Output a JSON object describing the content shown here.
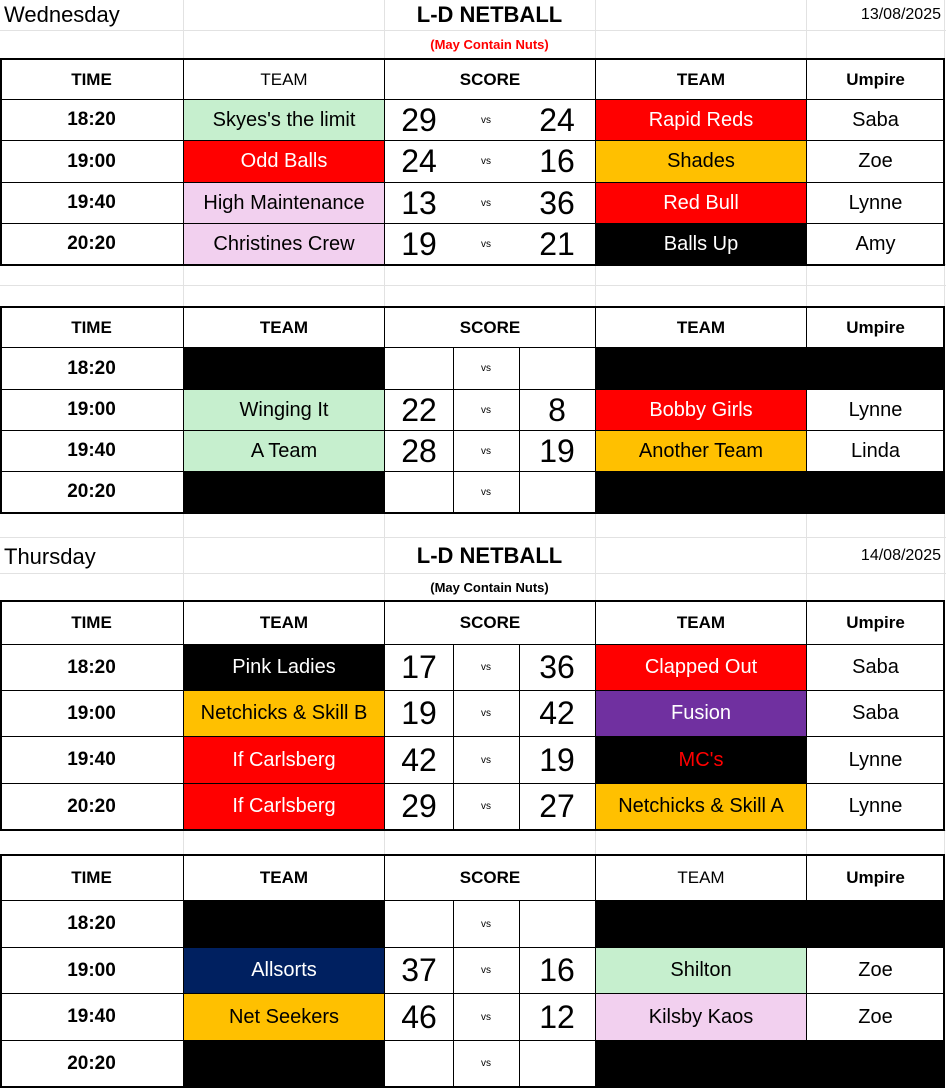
{
  "colors": {
    "green": "#c6efce",
    "red": "#ff0000",
    "orange": "#ffc000",
    "pink": "#f2d0ef",
    "black": "#000000",
    "purple": "#7030a0",
    "navy": "#002060",
    "white": "#ffffff",
    "mc_red_text": "#ff0000"
  },
  "days": [
    {
      "day": "Wednesday",
      "title": "L-D NETBALL",
      "subtitle": "(May Contain Nuts)",
      "date": "13/08/2025",
      "blocks": [
        {
          "headers": {
            "time": "TIME",
            "team1": "TEAM",
            "score": "SCORE",
            "team2": "TEAM",
            "umpire": "Umpire"
          },
          "rows": [
            {
              "time": "18:20",
              "team1": "Skyes's the limit",
              "team1_color": "green",
              "score1": "29",
              "vs": "vs",
              "score2": "24",
              "team2": "Rapid Reds",
              "team2_color": "red",
              "umpire": "Saba"
            },
            {
              "time": "19:00",
              "team1": "Odd Balls",
              "team1_color": "red",
              "score1": "24",
              "vs": "vs",
              "score2": "16",
              "team2": "Shades",
              "team2_color": "orange",
              "umpire": "Zoe"
            },
            {
              "time": "19:40",
              "team1": "High Maintenance",
              "team1_color": "pink",
              "score1": "13",
              "vs": "vs",
              "score2": "36",
              "team2": "Red Bull",
              "team2_color": "red",
              "umpire": "Lynne"
            },
            {
              "time": "20:20",
              "team1": "Christines Crew",
              "team1_color": "pink",
              "score1": "19",
              "vs": "vs",
              "score2": "21",
              "team2": "Balls Up",
              "team2_color": "black",
              "umpire": "Amy"
            }
          ]
        },
        {
          "headers": {
            "time": "TIME",
            "team1": "TEAM",
            "score": "SCORE",
            "team2": "TEAM",
            "umpire": "Umpire"
          },
          "rows": [
            {
              "time": "18:20",
              "team1": "",
              "team1_color": "black",
              "score1": "",
              "vs": "vs",
              "score2": "",
              "team2": "",
              "team2_color": "black",
              "umpire": ""
            },
            {
              "time": "19:00",
              "team1": "Winging It",
              "team1_color": "green",
              "score1": "22",
              "vs": "vs",
              "score2": "8",
              "team2": "Bobby Girls",
              "team2_color": "red",
              "umpire": "Lynne"
            },
            {
              "time": "19:40",
              "team1": "A Team",
              "team1_color": "green",
              "score1": "28",
              "vs": "vs",
              "score2": "19",
              "team2": "Another Team",
              "team2_color": "orange",
              "umpire": "Linda"
            },
            {
              "time": "20:20",
              "team1": "",
              "team1_color": "black",
              "score1": "",
              "vs": "vs",
              "score2": "",
              "team2": "",
              "team2_color": "black",
              "umpire": ""
            }
          ]
        }
      ]
    },
    {
      "day": "Thursday",
      "title": "L-D NETBALL",
      "subtitle": "(May Contain Nuts)",
      "date": "14/08/2025",
      "blocks": [
        {
          "headers": {
            "time": "TIME",
            "team1": "TEAM",
            "score": "SCORE",
            "team2": "TEAM",
            "umpire": "Umpire"
          },
          "rows": [
            {
              "time": "18:20",
              "team1": "Pink Ladies",
              "team1_color": "black",
              "score1": "17",
              "vs": "vs",
              "score2": "36",
              "team2": "Clapped Out",
              "team2_color": "red",
              "umpire": "Saba"
            },
            {
              "time": "19:00",
              "team1": "Netchicks & Skill B",
              "team1_color": "orange",
              "score1": "19",
              "vs": "vs",
              "score2": "42",
              "team2": "Fusion",
              "team2_color": "purple",
              "umpire": "Saba"
            },
            {
              "time": "19:40",
              "team1": "If Carlsberg",
              "team1_color": "red",
              "score1": "42",
              "vs": "vs",
              "score2": "19",
              "team2": "MC's",
              "team2_color": "black",
              "umpire": "Lynne"
            },
            {
              "time": "20:20",
              "team1": "If Carlsberg",
              "team1_color": "red",
              "score1": "29",
              "vs": "vs",
              "score2": "27",
              "team2": "Netchicks & Skill A",
              "team2_color": "orange",
              "umpire": "Lynne"
            }
          ]
        },
        {
          "headers": {
            "time": "TIME",
            "team1": "TEAM",
            "score": "SCORE",
            "team2": "TEAM",
            "umpire": "Umpire"
          },
          "rows": [
            {
              "time": "18:20",
              "team1": "",
              "team1_color": "black",
              "score1": "",
              "vs": "vs",
              "score2": "",
              "team2": "",
              "team2_color": "black",
              "umpire": ""
            },
            {
              "time": "19:00",
              "team1": "Allsorts",
              "team1_color": "navy",
              "score1": "37",
              "vs": "vs",
              "score2": "16",
              "team2": "Shilton",
              "team2_color": "green",
              "umpire": "Zoe"
            },
            {
              "time": "19:40",
              "team1": "Net Seekers",
              "team1_color": "orange",
              "score1": "46",
              "vs": "vs",
              "score2": "12",
              "team2": "Kilsby Kaos",
              "team2_color": "pink",
              "umpire": "Zoe"
            },
            {
              "time": "20:20",
              "team1": "",
              "team1_color": "black",
              "score1": "",
              "vs": "vs",
              "score2": "",
              "team2": "",
              "team2_color": "black",
              "umpire": ""
            }
          ]
        }
      ]
    }
  ]
}
